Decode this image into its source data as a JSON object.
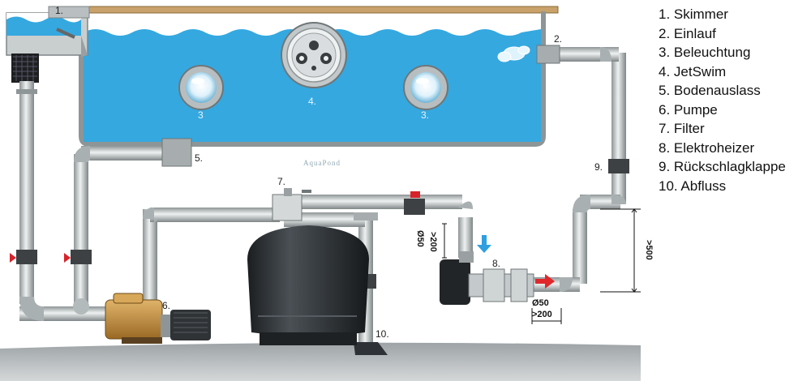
{
  "callouts": {
    "c1": "1.",
    "c2": "2.",
    "c3a": "3",
    "c4": "4.",
    "c3b": "3.",
    "c5": "5.",
    "c6": "6.",
    "c7": "7.",
    "c8": "8.",
    "c9": "9.",
    "c10": "10."
  },
  "dimensions": {
    "d_pipe_a": "Ø50",
    "d_len_a": ">200",
    "d_height": ">500",
    "d_pipe_b": "Ø50",
    "d_len_b": ">200"
  },
  "watermark": "AquaPond",
  "legend": [
    "1. Skimmer",
    "2. Einlauf",
    "3. Beleuchtung",
    "4. JetSwim",
    "5. Bodenauslass",
    "6. Pumpe",
    "7. Filter",
    "8. Elektroheizer",
    "9. Rückschlagklappe",
    "10. Abfluss"
  ],
  "colors": {
    "water": "#35a8e0",
    "pipe": "#c6cbcc",
    "valve": "#d7222a",
    "pump": "#c08a3a",
    "filter": "#2e3236",
    "ground": "#b7bcbf",
    "flow_in": "#2f9fe0",
    "flow_out": "#e0282c"
  }
}
